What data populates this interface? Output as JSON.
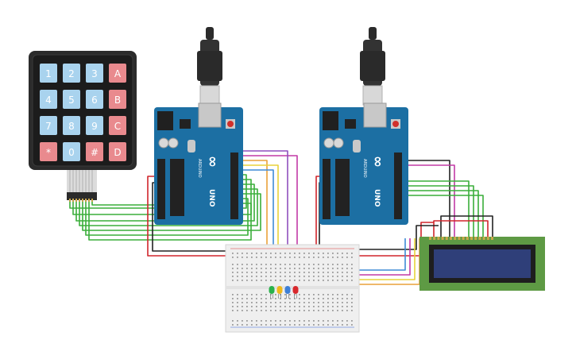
{
  "keypad": {
    "keys": [
      {
        "label": "1",
        "kind": "num"
      },
      {
        "label": "2",
        "kind": "num"
      },
      {
        "label": "3",
        "kind": "num"
      },
      {
        "label": "A",
        "kind": "letter"
      },
      {
        "label": "4",
        "kind": "num"
      },
      {
        "label": "5",
        "kind": "num"
      },
      {
        "label": "6",
        "kind": "num"
      },
      {
        "label": "B",
        "kind": "letter"
      },
      {
        "label": "7",
        "kind": "num"
      },
      {
        "label": "8",
        "kind": "num"
      },
      {
        "label": "9",
        "kind": "num"
      },
      {
        "label": "C",
        "kind": "letter"
      },
      {
        "label": "*",
        "kind": "letter"
      },
      {
        "label": "0",
        "kind": "num"
      },
      {
        "label": "#",
        "kind": "letter"
      },
      {
        "label": "D",
        "kind": "letter"
      }
    ],
    "num_color": "#a9d3ee",
    "letter_color": "#e98a8e",
    "frame_color": "#2b2b2b"
  },
  "arduino_left": {
    "brand_text": "ARDUINO",
    "model_text": "UNO",
    "logo_text": "∞",
    "board_color": "#1c6fa3"
  },
  "arduino_right": {
    "brand_text": "ARDUINO",
    "model_text": "UNO",
    "logo_text": "∞",
    "board_color": "#1c6fa3"
  },
  "lcd": {
    "screen_color": "#2f3f79",
    "pcb_color": "#5e9a44"
  },
  "leds": [
    {
      "color": "#2ab24b",
      "name": "green"
    },
    {
      "color": "#f0b81a",
      "name": "yellow"
    },
    {
      "color": "#3d7fd6",
      "name": "blue"
    },
    {
      "color": "#d8282c",
      "name": "red"
    }
  ],
  "wire_colors": {
    "red": "#d0252b",
    "black": "#222222",
    "green": "#3aae3a",
    "orange": "#e9a13a",
    "yellow": "#e8d23a",
    "magenta": "#c23aa6",
    "purple": "#8f4fbd",
    "blue": "#3f8ad6"
  }
}
